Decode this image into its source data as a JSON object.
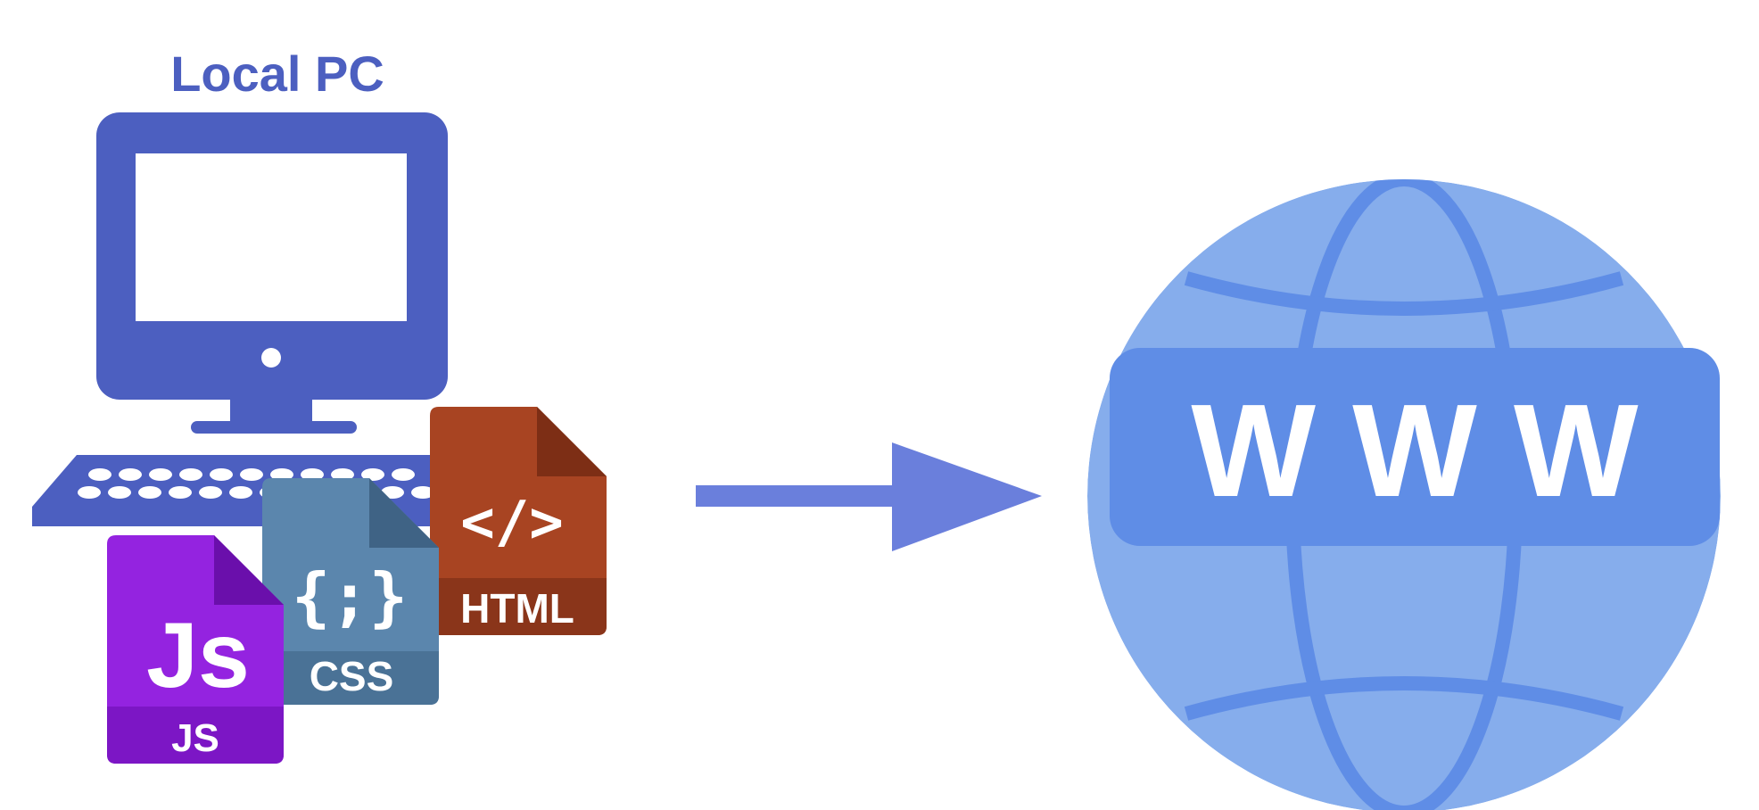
{
  "local_pc": {
    "title": "Local PC",
    "title_color": "#4c5fc0",
    "computer_color": "#4c5fc0"
  },
  "files": {
    "html": {
      "symbol": "</>",
      "label": "HTML",
      "color": "#a84422",
      "band_color": "#8a351a",
      "icon": "html-file-icon"
    },
    "css": {
      "symbol": "{;}",
      "label": "CSS",
      "color": "#5b86ad",
      "band_color": "#4a7296",
      "icon": "css-file-icon"
    },
    "js": {
      "symbol": "Js",
      "label": "JS",
      "color": "#9423e0",
      "band_color": "#7c16c5",
      "icon": "js-file-icon"
    }
  },
  "arrow": {
    "color": "#6a7fdc",
    "icon": "right-arrow-icon"
  },
  "web": {
    "label": "W W W",
    "globe_color": "#86adec",
    "globe_line_color": "#5f8de6",
    "banner_color": "#5f8de6",
    "icon": "www-globe-icon"
  }
}
